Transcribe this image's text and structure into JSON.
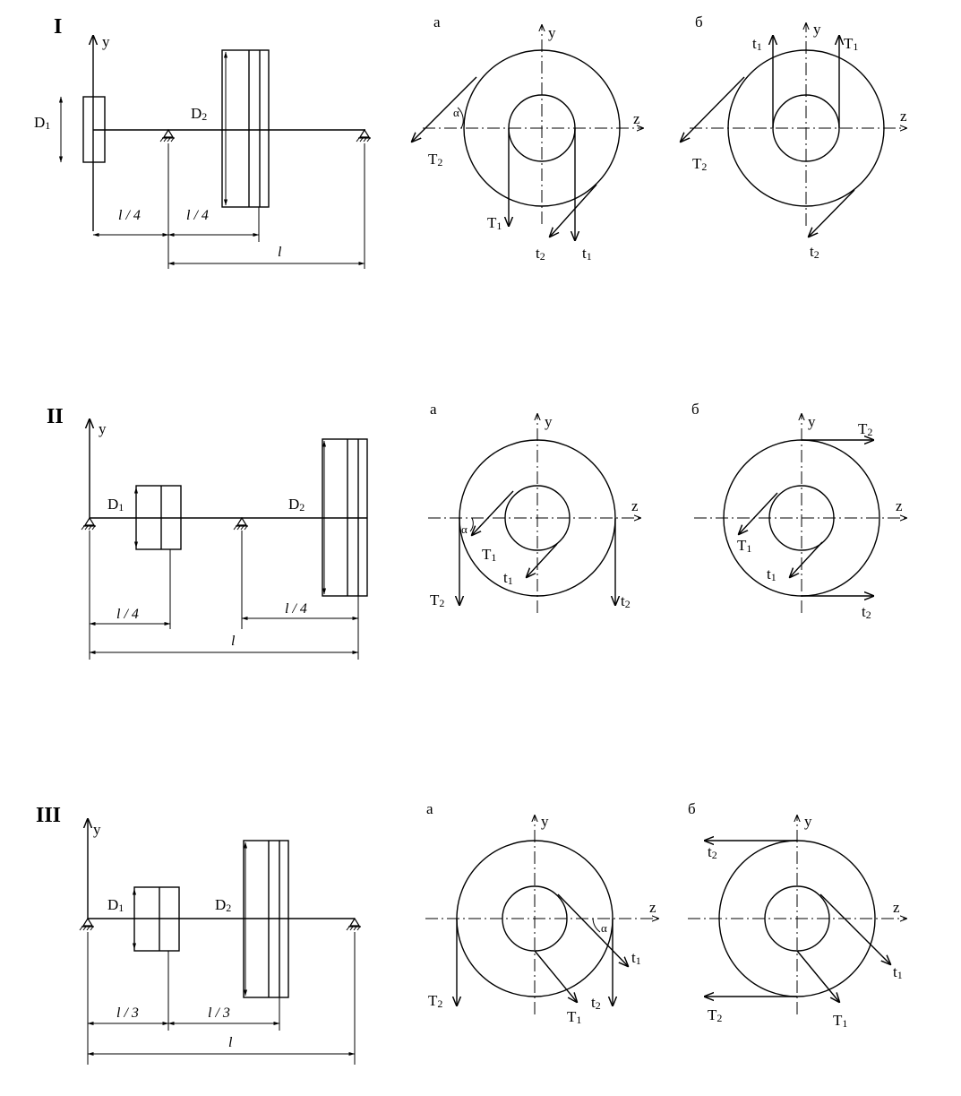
{
  "schemes": [
    {
      "numeral": "I",
      "shaft": {
        "axis": "y",
        "d1": "D",
        "d1_sub": "1",
        "d2": "D",
        "d2_sub": "2",
        "dims": [
          "l / 4",
          "l / 4",
          "l"
        ]
      },
      "view_a": {
        "label": "а",
        "y": "y",
        "z": "z",
        "alpha": "α",
        "T1": "T",
        "T1_sub": "1",
        "T2": "T",
        "T2_sub": "2",
        "t1": "t",
        "t1_sub": "1",
        "t2": "t",
        "t2_sub": "2"
      },
      "view_b": {
        "label": "б",
        "y": "y",
        "z": "z",
        "T1": "T",
        "T1_sub": "1",
        "T2": "T",
        "T2_sub": "2",
        "t1": "t",
        "t1_sub": "1",
        "t2": "t",
        "t2_sub": "2"
      }
    },
    {
      "numeral": "II",
      "shaft": {
        "axis": "y",
        "d1": "D",
        "d1_sub": "1",
        "d2": "D",
        "d2_sub": "2",
        "dims": [
          "l / 4",
          "l / 4",
          "l"
        ]
      },
      "view_a": {
        "label": "а",
        "y": "y",
        "z": "z",
        "alpha": "α",
        "T1": "T",
        "T1_sub": "1",
        "T2": "T",
        "T2_sub": "2",
        "t1": "t",
        "t1_sub": "1",
        "t2": "t",
        "t2_sub": "2"
      },
      "view_b": {
        "label": "б",
        "y": "y",
        "z": "z",
        "T1": "T",
        "T1_sub": "1",
        "T2": "T",
        "T2_sub": "2",
        "t1": "t",
        "t1_sub": "1",
        "t2": "t",
        "t2_sub": "2"
      }
    },
    {
      "numeral": "III",
      "shaft": {
        "axis": "y",
        "d1": "D",
        "d1_sub": "1",
        "d2": "D",
        "d2_sub": "2",
        "dims": [
          "l / 3",
          "l / 3",
          "l"
        ]
      },
      "view_a": {
        "label": "а",
        "y": "y",
        "z": "z",
        "alpha": "α",
        "T1": "T",
        "T1_sub": "1",
        "T2": "T",
        "T2_sub": "2",
        "t1": "t",
        "t1_sub": "1",
        "t2": "t",
        "t2_sub": "2"
      },
      "view_b": {
        "label": "б",
        "y": "y",
        "z": "z",
        "T1": "T",
        "T1_sub": "1",
        "T2": "T",
        "T2_sub": "2",
        "t1": "t",
        "t1_sub": "1",
        "t2": "t",
        "t2_sub": "2"
      }
    }
  ]
}
